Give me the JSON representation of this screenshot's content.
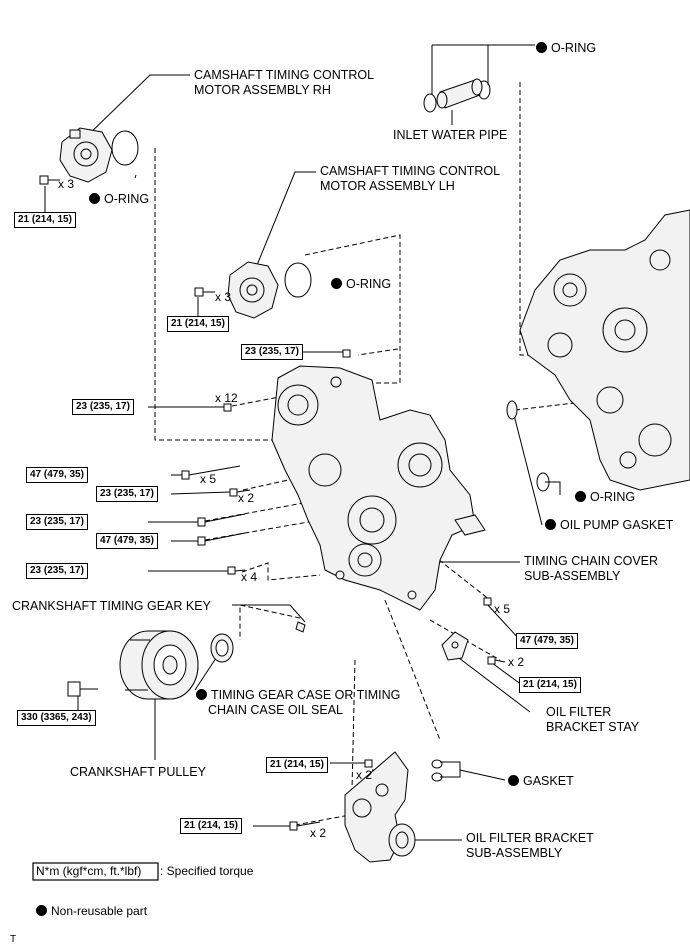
{
  "labels": {
    "cam_rh": [
      "CAMSHAFT TIMING CONTROL",
      "MOTOR ASSEMBLY RH"
    ],
    "cam_lh": [
      "CAMSHAFT TIMING CONTROL",
      "MOTOR ASSEMBLY LH"
    ],
    "oring": "O-RING",
    "inlet_pipe": "INLET WATER PIPE",
    "oil_pump_gasket": "OIL PUMP GASKET",
    "chain_cover": [
      "TIMING CHAIN COVER",
      "SUB-ASSEMBLY"
    ],
    "crank_key": "CRANKSHAFT TIMING GEAR KEY",
    "oil_seal": [
      "TIMING GEAR CASE OR TIMING",
      "CHAIN CASE OIL SEAL"
    ],
    "crank_pulley": "CRANKSHAFT PULLEY",
    "bracket_stay": [
      "OIL FILTER",
      "BRACKET STAY"
    ],
    "gasket": "GASKET",
    "filter_bracket": [
      "OIL FILTER BRACKET",
      "SUB-ASSEMBLY"
    ]
  },
  "torques": {
    "t21": "21 (214, 15)",
    "t23": "23 (235, 17)",
    "t47": "47 (479, 35)",
    "t330": "330 (3365, 243)"
  },
  "quantities": {
    "x2": "x 2",
    "x3": "x 3",
    "x4": "x 4",
    "x5": "x 5",
    "x12": "x 12"
  },
  "legend": {
    "torque_box": "N*m (kgf*cm, ft.*lbf)",
    "torque_text": ": Specified torque",
    "non_reusable": "Non-reusable part"
  },
  "footer_mark": "T",
  "colors": {
    "ink": "#000000",
    "part_fill": "#f2f2f2",
    "shade": "#bdbdbd"
  }
}
